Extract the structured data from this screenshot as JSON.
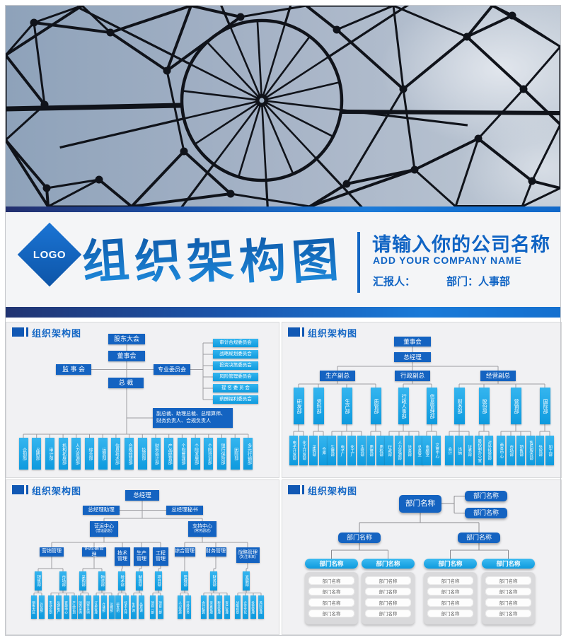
{
  "cover": {
    "logo": "LOGO",
    "title": "组织架构图",
    "company_cn": "请输入你的公司名称",
    "company_en": "ADD YOUR COMPANY NAME",
    "reporter_label": "汇报人：",
    "department_label": "部门：",
    "department_value": "人事部"
  },
  "slide_header": "组织架构图",
  "colors": {
    "accent_dark_blue": "#1463c1",
    "accent_cyan": "#18a8e8",
    "title_blue": "#1064c4",
    "connector_gray": "#9d9da2"
  },
  "q1": {
    "top": "股东大会",
    "board": "董事会",
    "supervisory": "监 事 会",
    "committee_parent": "专业委员会",
    "president": "总  裁",
    "committees": [
      "审计合规委员会",
      "战略规划委员会",
      "投资决策委员会",
      "风险管理委员会",
      "提 名 委 员 会",
      "薪酬福利委员会"
    ],
    "note": "副总裁、助理总裁、总精算师、财务负责人、合规负责人",
    "departments": [
      "企划部",
      "品牌部",
      "审计部",
      "机构拓展部",
      "人力资源部",
      "综合部",
      "运营部",
      "信息技术部",
      "合规经营部",
      "投资部",
      "财务会计部",
      "产品经营部",
      "个险管理部",
      "个险发展部",
      "个险培训部",
      "银行保险部",
      "团险部",
      "多元行销部"
    ]
  },
  "q2": {
    "chain": [
      "董事会",
      "总经理"
    ],
    "branches": [
      {
        "label": "生产副总",
        "departments": [
          {
            "label": "研发部",
            "subs": [
              "电子开发部",
              "化工开发部"
            ]
          },
          {
            "label": "资料部",
            "subs": [
              "采购部",
              "仓库"
            ]
          },
          {
            "label": "生产部",
            "subs": [
              "生管部",
              "电子厂",
              "化工厂",
              "生技部"
            ]
          },
          {
            "label": "质管部",
            "subs": [
              "质管部",
              "质检部"
            ]
          }
        ]
      },
      {
        "label": "行政副总",
        "departments": [
          {
            "label": "行政人事部",
            "subs": [
              "行政部",
              "人力资源部",
              "法务部",
              "总务室"
            ]
          },
          {
            "label": "信息管理部",
            "subs": [
              "电脑室",
              "文管中心"
            ]
          }
        ]
      },
      {
        "label": "经营副总",
        "departments": [
          {
            "label": "财务部",
            "subs": [
              "会计",
              "出纳",
              "证券部"
            ]
          },
          {
            "label": "股份部",
            "subs": [
              "股份制办公室",
              "对外投资部"
            ]
          },
          {
            "label": "营销部",
            "subs": [
              "商务中心",
              "市场部",
              "销售部",
              "售后服务部"
            ]
          },
          {
            "label": "国际部",
            "subs": [
              "外贸部",
              "加工部"
            ]
          }
        ]
      }
    ]
  },
  "q3": {
    "root": "总经理",
    "assistant": "总经理助理",
    "secretary": "总经理秘书",
    "centers": [
      {
        "label": "营运中心",
        "sub": "(营运副总)"
      },
      {
        "label": "支持中心",
        "sub": "(常务副总)"
      }
    ],
    "groups": [
      {
        "label": "营销管理",
        "depts": [
          {
            "label": "销售部",
            "subs": [
              "销售大区",
              "外贸部"
            ]
          },
          {
            "label": "市场部",
            "subs": [
              "市场企划",
              "品牌推广",
              "客服中心",
              "产品企划"
            ]
          }
        ]
      },
      {
        "label": "供应链管理",
        "depts": [
          {
            "label": "采购部",
            "subs": [
              "国内采购",
              "国外采购"
            ]
          },
          {
            "label": "物流部",
            "subs": [
              "订单管理",
              "仓储部",
              "运输部"
            ]
          }
        ]
      },
      {
        "label": "技术管理",
        "depts": [
          {
            "label": "技术部",
            "subs": [
              "研发组",
              "技术支持"
            ]
          }
        ]
      },
      {
        "label": "生产管理",
        "depts": [
          {
            "label": "制造部",
            "subs": [
              "生产课",
              "品质课"
            ]
          }
        ]
      },
      {
        "label": "工程管理",
        "depts": [
          {
            "label": "项目部",
            "subs": [
              "项目一部",
              "项目二部"
            ]
          }
        ]
      },
      {
        "label": "综合管理",
        "depts": [
          {
            "label": "管理部",
            "subs": [
              "人力资源",
              "行政总务"
            ]
          }
        ]
      },
      {
        "label": "财务管理",
        "depts": [
          {
            "label": "财务部",
            "subs": [
              "会计核算",
              "资金管理",
              "税务管理",
              "资产管理"
            ]
          }
        ]
      },
      {
        "label": "战略管理",
        "sub": "(关注未来)",
        "depts": [
          {
            "label": "发展部",
            "subs": [
              "战略规划",
              "企业文化",
              "投资管理",
              "风险管理"
            ]
          }
        ]
      }
    ]
  },
  "q4": {
    "placeholder": "部门名称",
    "columns": 4,
    "rows_per_card": 4
  }
}
